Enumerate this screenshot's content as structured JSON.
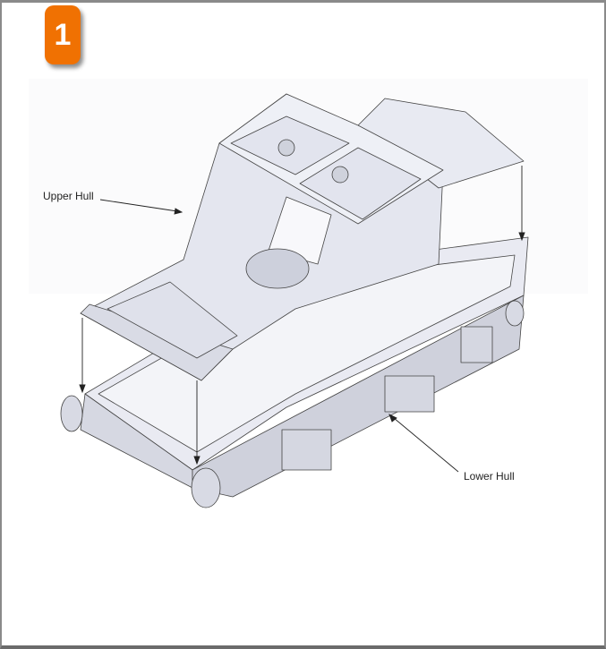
{
  "step": {
    "number": "1",
    "color": "#f07102"
  },
  "figure": {
    "labels": {
      "upper_hull": "Upper Hull",
      "lower_hull": "Lower Hull"
    }
  }
}
